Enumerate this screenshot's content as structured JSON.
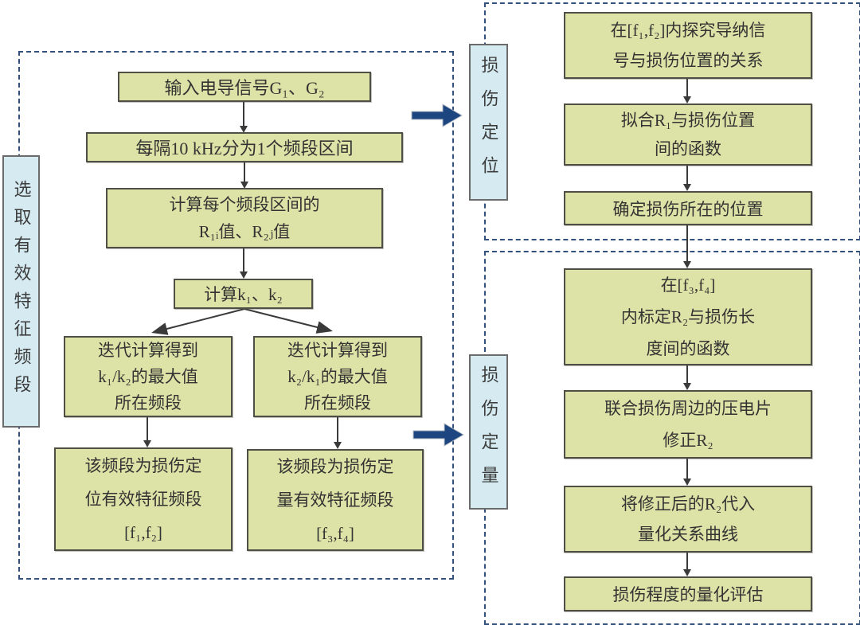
{
  "colors": {
    "box_fill": "#dde3a6",
    "box_border": "#4f4f45",
    "label_fill": "#d5eaf1",
    "label_border": "#6b6b6b",
    "dashed_border": "#33517d",
    "arrow_blue": "#1d4680",
    "arrow_thin": "#3a3a3a",
    "text": "#333333",
    "background": "#ffffff"
  },
  "left_section": {
    "label": "选取有效特征频段",
    "boxes": [
      {
        "lines": [
          "输入电导信号G₁、G₂"
        ]
      },
      {
        "lines": [
          "每隔10 kHz分为1个频段区间"
        ]
      },
      {
        "lines": [
          "计算每个频段区间的",
          "R₁ᵢ值、R₂ⱼ值"
        ]
      },
      {
        "lines": [
          "计算k₁、k₂"
        ]
      },
      {
        "lines": [
          "迭代计算得到",
          "k₁/k₂的最大值",
          "所在频段"
        ]
      },
      {
        "lines": [
          "迭代计算得到",
          "k₂/k₁的最大值",
          "所在频段"
        ]
      },
      {
        "lines": [
          "该频段为损伤定",
          "位有效特征频段",
          "[f₁,f₂]"
        ]
      },
      {
        "lines": [
          "该频段为损伤定",
          "量有效特征频段",
          "[f₃,f₄]"
        ]
      }
    ]
  },
  "localization_section": {
    "label": "损伤定位",
    "boxes": [
      {
        "lines": [
          "在[f₁,f₂]内探究导纳信",
          "号与损伤位置的关系"
        ]
      },
      {
        "lines": [
          "拟合R₁与损伤位置",
          "间的函数"
        ]
      },
      {
        "lines": [
          "确定损伤所在的位置"
        ]
      }
    ]
  },
  "quantification_section": {
    "label": "损伤定量",
    "boxes": [
      {
        "lines": [
          "在[f₃,f₄]",
          "内标定R₂与损伤长",
          "度间的函数"
        ]
      },
      {
        "lines": [
          "联合损伤周边的压电片",
          "修正R₂"
        ]
      },
      {
        "lines": [
          "将修正后的R₂代入",
          "量化关系曲线"
        ]
      },
      {
        "lines": [
          "损伤程度的量化评估"
        ]
      }
    ]
  }
}
